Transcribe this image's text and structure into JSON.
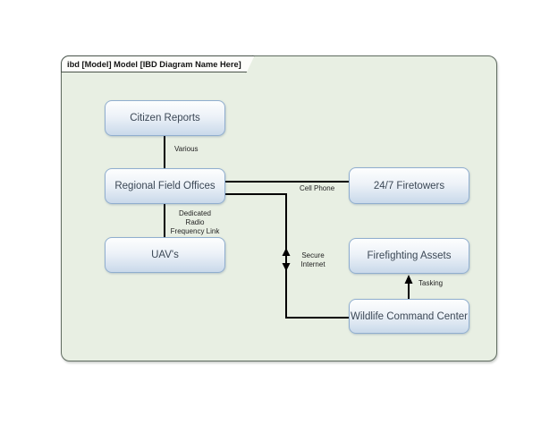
{
  "diagram": {
    "frame_label": "ibd [Model] Model [IBD Diagram Name Here]",
    "frame_type": "ibd"
  },
  "blocks": [
    {
      "id": "citizen-reports",
      "label": "Citizen Reports"
    },
    {
      "id": "regional-field-offices",
      "label": "Regional Field Offices"
    },
    {
      "id": "firetowers",
      "label": "24/7 Firetowers"
    },
    {
      "id": "uavs",
      "label": "UAV's"
    },
    {
      "id": "firefighting-assets",
      "label": "Firefighting Assets"
    },
    {
      "id": "wildlife-command-center",
      "label": "Wildlife Command Center"
    }
  ],
  "connectors": [
    {
      "id": "citizen-to-regional",
      "from": "Citizen Reports",
      "to": "Regional Field Offices",
      "label": "Various"
    },
    {
      "id": "regional-to-firetowers",
      "from": "Regional Field Offices",
      "to": "24/7 Firetowers",
      "label": "Cell Phone"
    },
    {
      "id": "regional-to-uavs",
      "from": "Regional Field Offices",
      "to": "UAV's",
      "label": "Dedicated Radio Frequency Link",
      "label_lines": [
        "Dedicated",
        "Radio",
        "Frequency Link"
      ]
    },
    {
      "id": "regional-to-wildlife",
      "from": "Regional Field Offices",
      "to": "Wildlife Command Center",
      "label": "Secure Internet",
      "label_lines2": [
        "Secure",
        "Internet"
      ],
      "marker": "double-arrow"
    },
    {
      "id": "wildlife-to-firefighting",
      "from": "Wildlife Command Center",
      "to": "Firefighting Assets",
      "label": "Tasking",
      "marker": "arrow-up"
    }
  ],
  "colors": {
    "frame_fill": "#e8efe3",
    "frame_border": "#5f6b60",
    "block_border": "#90aecf",
    "block_fill_top": "#fdfefe",
    "block_fill_bottom": "#c9d9ea",
    "connector_line": "#000000",
    "page_background": "#ffffff"
  }
}
